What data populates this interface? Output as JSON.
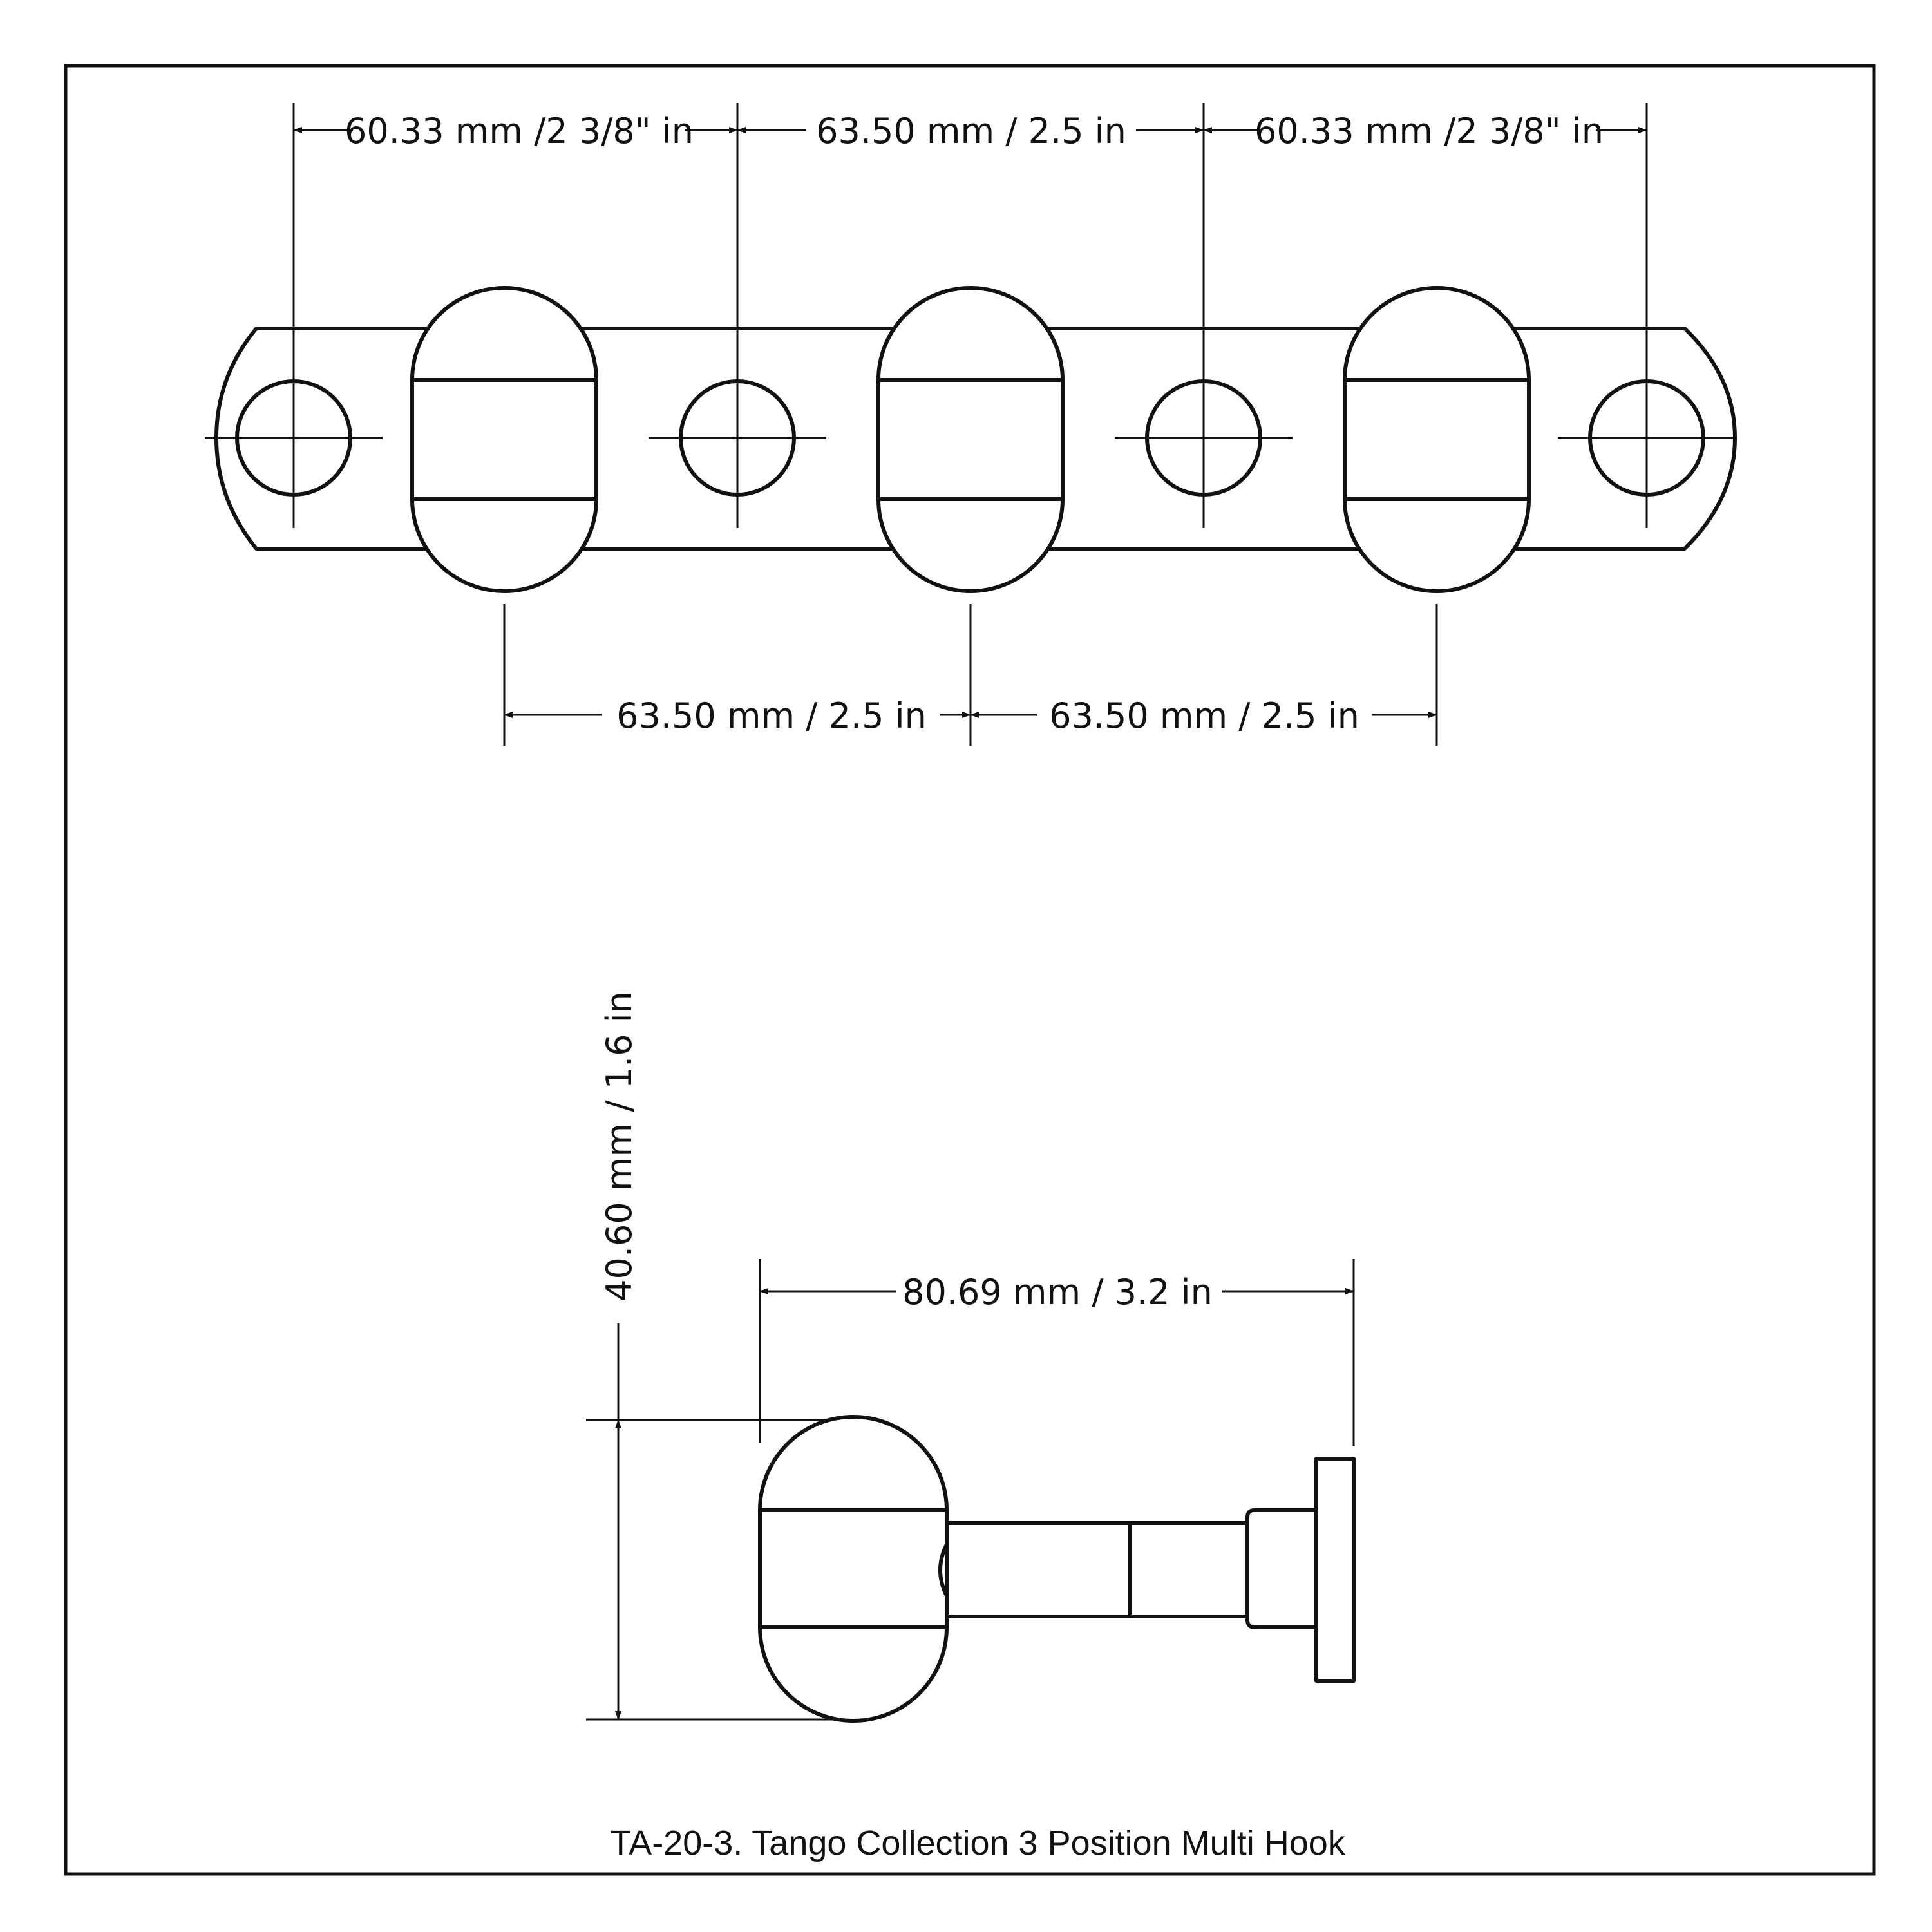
{
  "colors": {
    "line": "#111111",
    "background": "#ffffff"
  },
  "top_view": {
    "dims_top": [
      "60.33 mm /2 3/8\" in",
      "63.50 mm / 2.5 in",
      "60.33 mm /2 3/8\" in"
    ],
    "dims_bottom": [
      "63.50 mm / 2.5 in",
      "63.50 mm / 2.5 in"
    ]
  },
  "side_view": {
    "width_label": "80.69 mm / 3.2 in",
    "height_label": "40.60 mm / 1.6 in"
  },
  "caption": "TA-20-3. Tango Collection 3 Position Multi Hook"
}
